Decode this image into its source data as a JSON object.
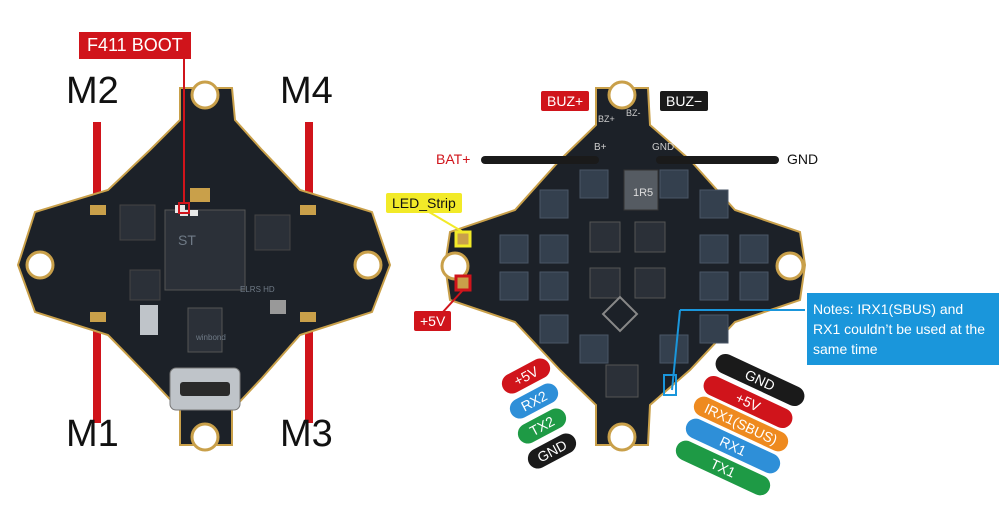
{
  "motors": {
    "m2": "M2",
    "m4": "M4",
    "m1": "M1",
    "m3": "M3"
  },
  "boot_label": "F411 BOOT",
  "right_board": {
    "buz_plus": "BUZ+",
    "buz_minus": "BUZ−",
    "bat_plus": "BAT+",
    "gnd": "GND",
    "led_strip": "LED_Strip",
    "v5": "+5V",
    "silk_b_plus": "B+",
    "silk_gnd": "GND",
    "silk_bz_minus": "BZ-",
    "silk_bz_plus": "BZ+",
    "chip_mark": "1R5"
  },
  "note": "Notes: IRX1(SBUS) and RX1 couldn’t be used at the same time",
  "left_pills": [
    {
      "label": "+5V",
      "color": "#d0141b"
    },
    {
      "label": "RX2",
      "color": "#2e8fd8"
    },
    {
      "label": "TX2",
      "color": "#1e9a45"
    },
    {
      "label": "GND",
      "color": "#1a1a1a"
    }
  ],
  "right_pills": [
    {
      "label": "GND",
      "color": "#1a1a1a"
    },
    {
      "label": "+5V",
      "color": "#d0141b"
    },
    {
      "label": "IRX1(SBUS)",
      "color": "#ee8a1f"
    },
    {
      "label": "RX1",
      "color": "#2e8fd8"
    },
    {
      "label": "TX1",
      "color": "#1e9a45"
    }
  ],
  "colors": {
    "accent_red": "#d0141b",
    "pcb": "#1c2128",
    "pad_gold": "#c9a04a",
    "note_blue": "#1a96db"
  },
  "chip_texts": {
    "mcu_brand": "ST",
    "flash_brand": "winbond",
    "elrs": "ELRS HD"
  }
}
